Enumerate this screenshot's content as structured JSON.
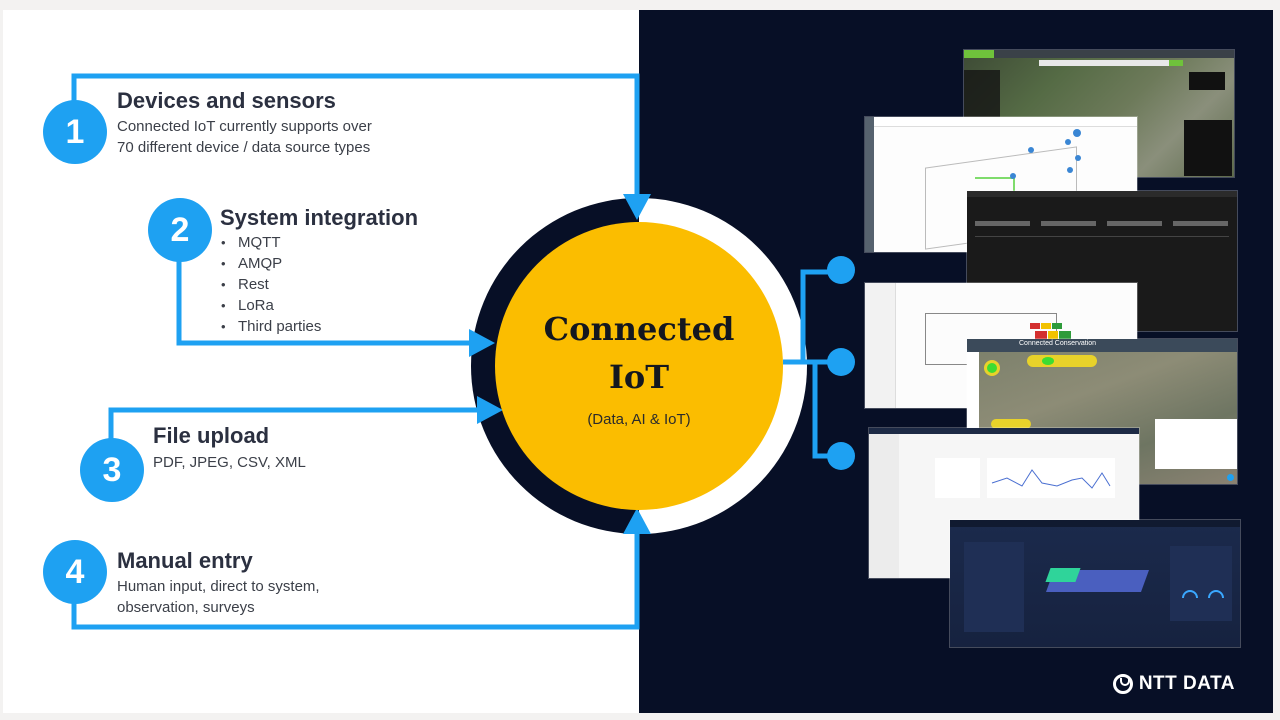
{
  "diagram": {
    "hub": {
      "title_line1": "Connected",
      "title_line2": "IoT",
      "subtitle": "(Data, AI & IoT)",
      "fill_color": "#fbbd00"
    },
    "inputs": [
      {
        "number": "1",
        "title": "Devices and sensors",
        "description_lines": [
          "Connected IoT currently supports over",
          "70 different device / data source types"
        ]
      },
      {
        "number": "2",
        "title": "System integration",
        "bullets": [
          "MQTT",
          "AMQP",
          "Rest",
          "LoRa",
          "Third parties"
        ]
      },
      {
        "number": "3",
        "title": "File upload",
        "description_lines": [
          "PDF, JPEG, CSV, XML"
        ]
      },
      {
        "number": "4",
        "title": "Manual entry",
        "description_lines": [
          "Human input, direct to system,",
          "observation, surveys"
        ]
      }
    ],
    "output_nodes": 3,
    "screenshots": [
      "satellite-map-dashboard",
      "floor-plan-device-map",
      "application-insights-dashboard",
      "treatment-plant-schematic",
      "connected-conservation-heatmap",
      "water-quantity-analytics",
      "3d-digital-twin-sensors"
    ],
    "screenshot_labels": {
      "conservation_header": "Connected Conservation"
    },
    "accent_color": "#1ea1f2",
    "dark_panel_color": "#070f26"
  },
  "branding": {
    "logo_text": "NTT DATA"
  }
}
